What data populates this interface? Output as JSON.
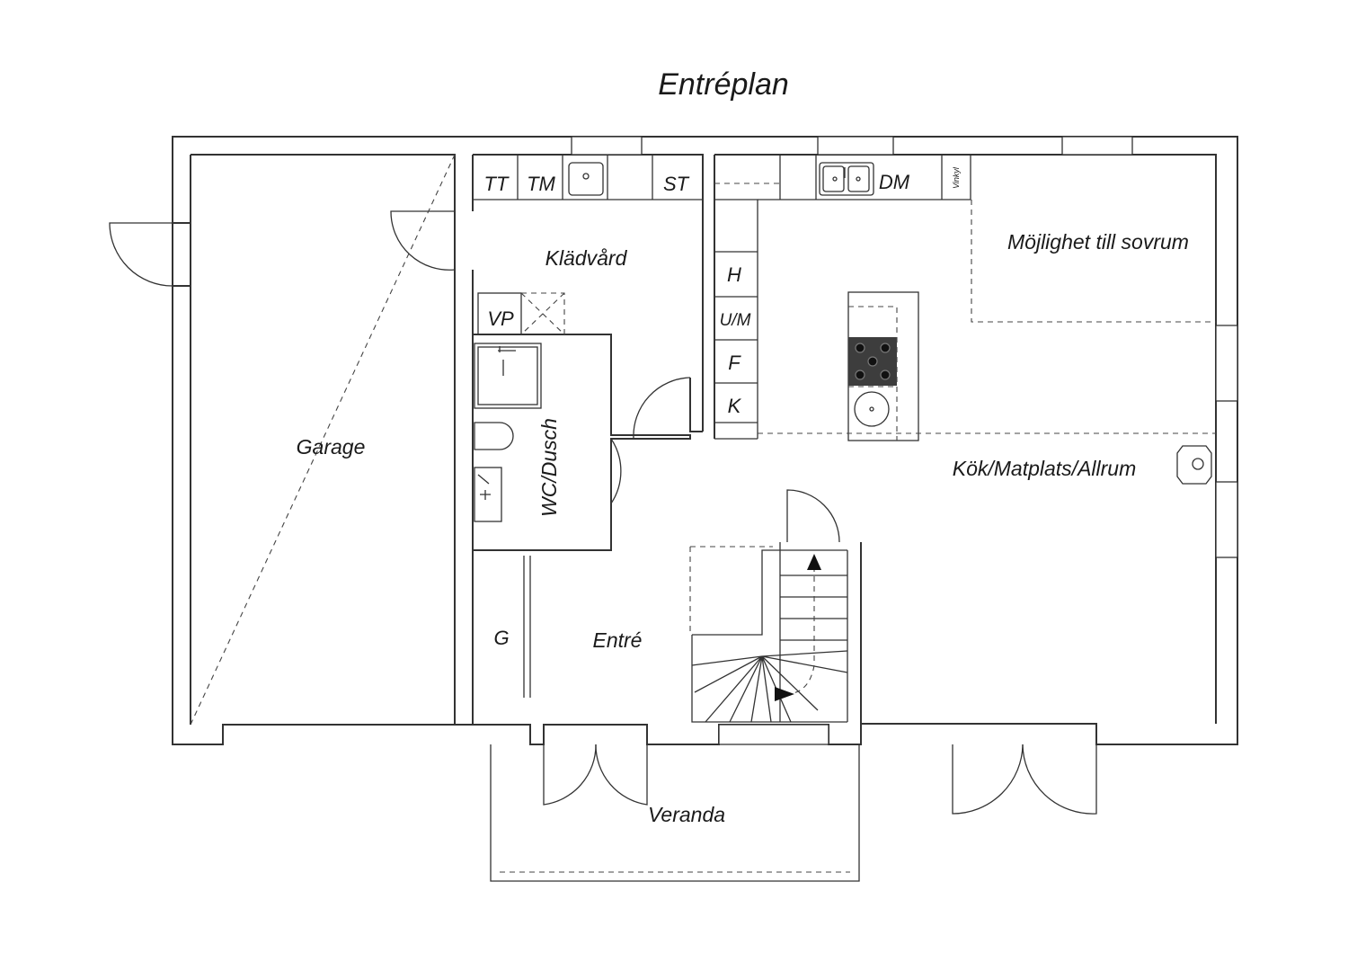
{
  "plan": {
    "title": "Entréplan",
    "rooms": {
      "garage": "Garage",
      "kladvard": "Klädvård",
      "wc": "WC/Dusch",
      "entre": "Entré",
      "kok": "Kök/Matplats/Allrum",
      "sovrum": "Möjlighet till sovrum",
      "veranda": "Veranda"
    },
    "fixtures": {
      "tt": "TT",
      "tm": "TM",
      "st": "ST",
      "vp": "VP",
      "dm": "DM",
      "vinkyl": "Vinkyl",
      "h": "H",
      "um": "U/M",
      "f": "F",
      "k": "K",
      "g": "G"
    }
  }
}
